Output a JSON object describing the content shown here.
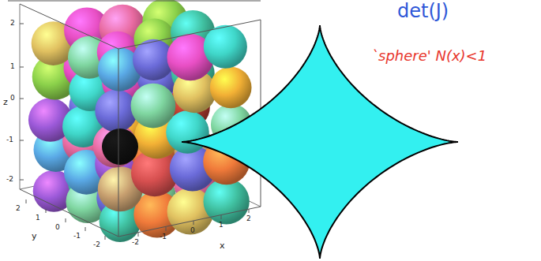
{
  "diagram": {
    "labels": [
      "det(J)",
      "`sphere' N(x)<1",
      "z",
      "2",
      "1",
      "0",
      "-1",
      "-2",
      "y",
      "2",
      "1",
      "0",
      "-1",
      "-2",
      "x",
      "-2",
      "-1",
      "0",
      "1",
      "2"
    ]
  }
}
